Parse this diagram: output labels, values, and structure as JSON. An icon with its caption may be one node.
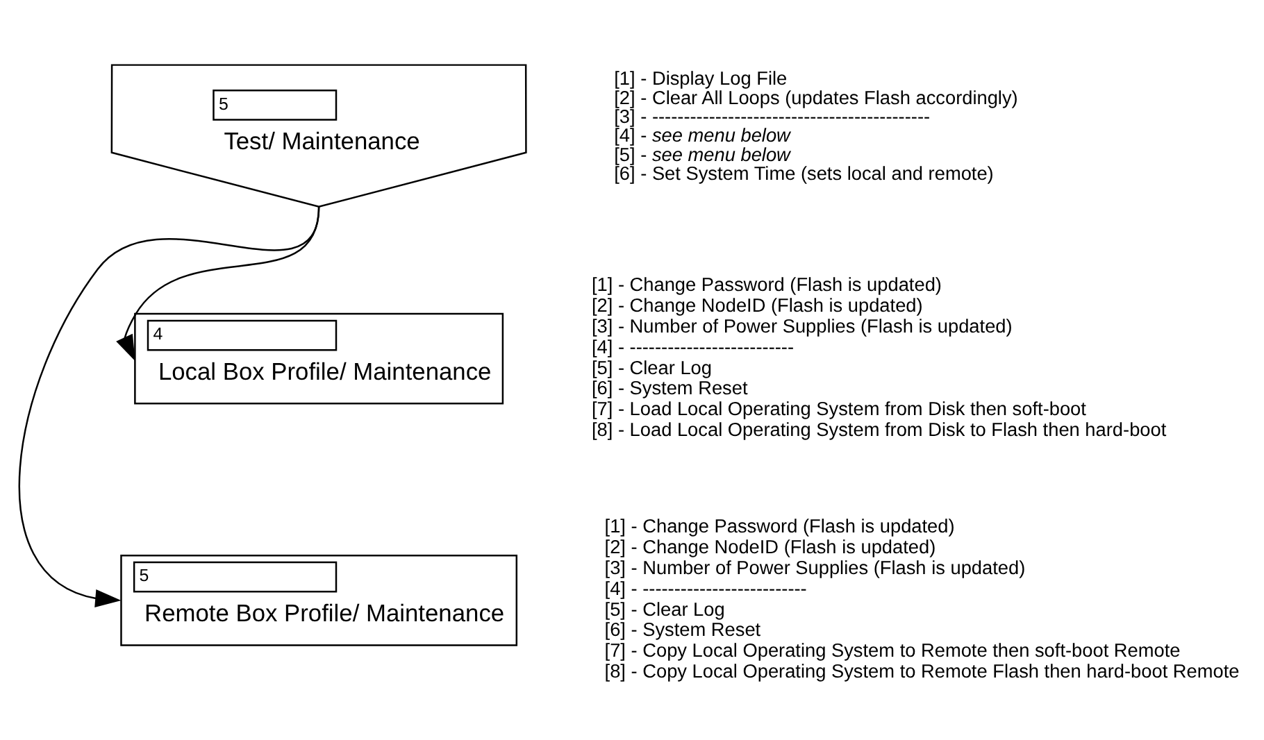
{
  "diagram": {
    "nodes": [
      {
        "text": [
          "5",
          "Test/ Maintenance"
        ],
        "beside": [
          "[1] - Display Log File",
          "[2] - Clear All Loops (updates Flash accordingly)",
          "[3] - --------------------------------------------",
          "[4] - *see menu below*",
          "[5] - *see menu below*",
          "[6] - Set System Time (sets local and remote)"
        ]
      },
      {
        "text": [
          "4",
          "Local Box Profile/ Maintenance"
        ],
        "beside": [
          "[1] - Change Password (Flash is updated)",
          "[2] - Change NodeID (Flash is updated)",
          "[3] - Number of Power Supplies (Flash is updated)",
          "[4] - --------------------------",
          "[5] - Clear Log",
          "[6] - System Reset",
          "[7] - Load Local Operating System from Disk then soft-boot",
          "[8] - Load Local Operating System from Disk to Flash then hard-boot"
        ]
      },
      {
        "text": [
          "5",
          "Remote Box Profile/ Maintenance"
        ],
        "beside": [
          "[1] - Change Password (Flash is updated)",
          "[2] - Change NodeID (Flash is updated)",
          "[3] - Number of Power Supplies (Flash is updated)",
          "[4] - --------------------------",
          "[5] - Clear Log",
          "[6] - System Reset",
          "[7] - Copy Local Operating System to Remote then soft-boot Remote",
          "[8] - Copy Local Operating System to Remote Flash then hard-boot Remote"
        ]
      }
    ],
    "edges": [
      {
        "from": 0,
        "to": 1,
        "arrow": "to"
      },
      {
        "from": 0,
        "to": 2,
        "arrow": "to"
      }
    ]
  }
}
